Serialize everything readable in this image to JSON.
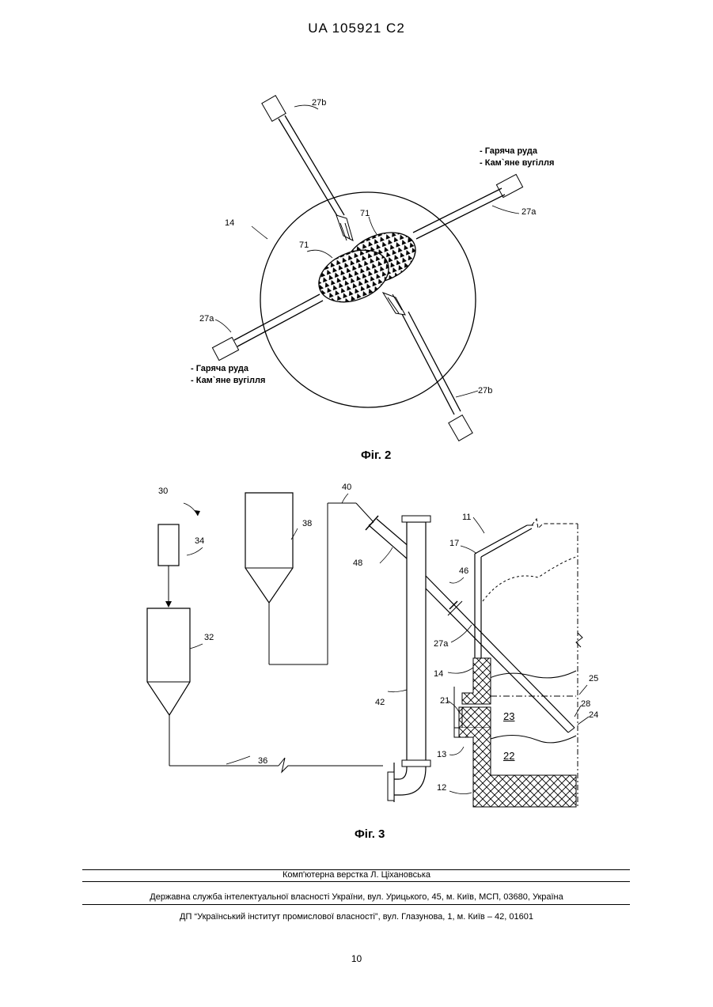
{
  "header": {
    "doc_id": "UA   105921   C2"
  },
  "fig2": {
    "caption": "Фіг. 2",
    "labels": {
      "l27b_top": "27b",
      "l27b_bottom": "27b",
      "l27a_right": "27a",
      "l27a_left": "27a",
      "l14": "14",
      "l71_top": "71",
      "l71_left": "71"
    },
    "note_right": [
      "- Гаряча руда",
      "- Кам`яне вугілля"
    ],
    "note_left": [
      "- Гаряча руда",
      "- Кам`яне вугілля"
    ]
  },
  "fig3": {
    "caption": "Фіг. 3",
    "labels": {
      "l30": "30",
      "l34": "34",
      "l32": "32",
      "l38": "38",
      "l40": "40",
      "l48": "48",
      "l42": "42",
      "l36": "36",
      "l11": "11",
      "l17": "17",
      "l46": "46",
      "l27a": "27a",
      "l14": "14",
      "l21": "21",
      "l13": "13",
      "l12": "12",
      "l23": "23",
      "l22": "22",
      "l25": "25",
      "l28": "28",
      "l24": "24"
    }
  },
  "footer": {
    "line1": "Комп'ютерна верстка Л. Ціхановська",
    "line2": "Державна служба інтелектуальної власності України, вул. Урицького, 45, м. Київ, МСП, 03680, Україна",
    "line3": "ДП “Український інститут промислової власності”, вул. Глазунова, 1, м. Київ – 42, 01601",
    "page_number": "10"
  }
}
